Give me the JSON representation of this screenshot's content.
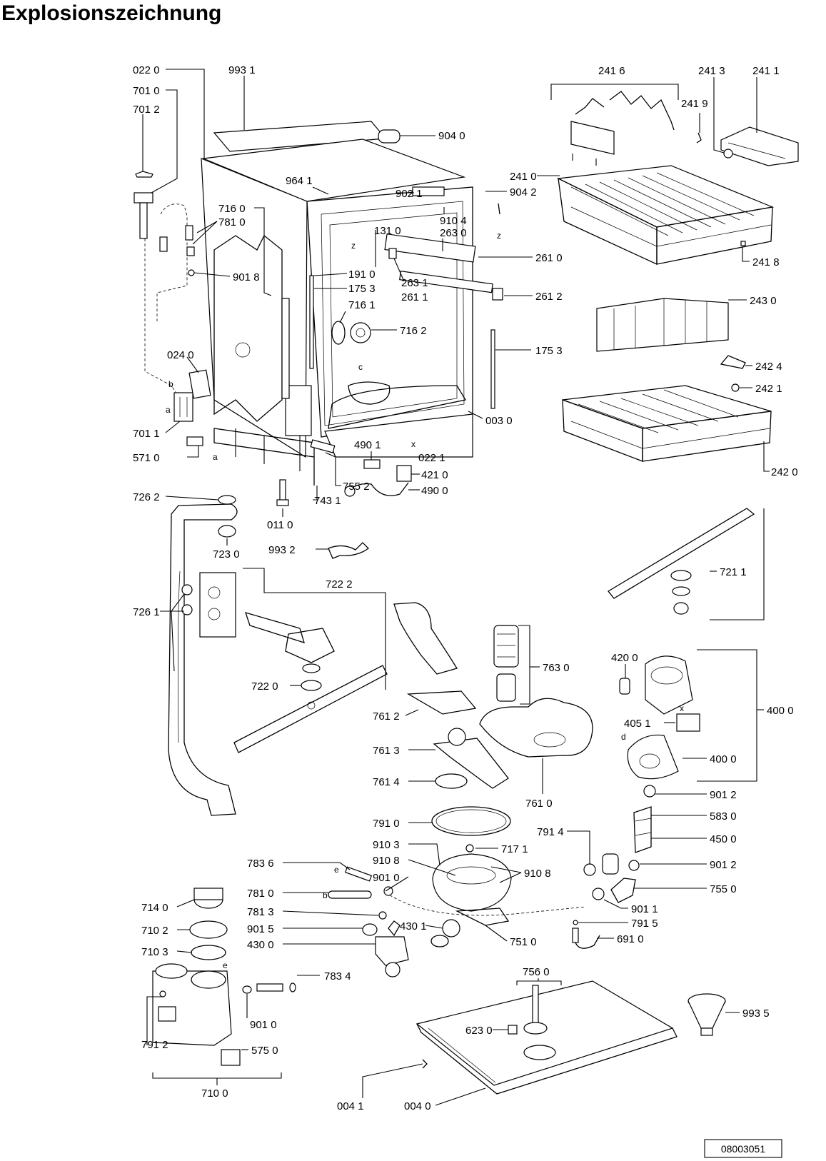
{
  "title": "Explosionszeichnung",
  "document_id": "08003051",
  "parts": {
    "p0220": "022 0",
    "p9931": "993 1",
    "p7010": "701 0",
    "p7012": "701 2",
    "p9040": "904 0",
    "p9641": "964 1",
    "p9021": "902 1",
    "p9042": "904 2",
    "p9104": "910 4",
    "p1310": "131 0",
    "p2630": "263 0",
    "p7160": "716 0",
    "p7810": "781 0",
    "p9018": "901 8",
    "p1910": "191 0",
    "p1753a": "175 3",
    "p2631": "263 1",
    "p2611": "261 1",
    "p2610": "261 0",
    "p2612": "261 2",
    "p7161": "716 1",
    "p7162": "716 2",
    "p1753b": "175 3",
    "p0240": "024 0",
    "p7011": "701 1",
    "p5710": "571 0",
    "p0030": "003 0",
    "p0221": "022 1",
    "p4901": "490 1",
    "p4210": "421 0",
    "p4900": "490 0",
    "p7552": "755 2",
    "p7431": "743 1",
    "p0110": "011 0",
    "p9932": "993 2",
    "p2416": "241 6",
    "p2413": "241 3",
    "p2411": "241 1",
    "p2419": "241 9",
    "p2410": "241 0",
    "p2418": "241 8",
    "p2430": "243 0",
    "p2424": "242 4",
    "p2421": "242 1",
    "p2420": "242 0",
    "p7262": "726 2",
    "p7230": "723 0",
    "p7222": "722 2",
    "p7261": "726 1",
    "p7220": "722 0",
    "p7211": "721 1",
    "p7630": "763 0",
    "p4200": "420 0",
    "p4000a": "400 0",
    "p4051": "405 1",
    "p4000b": "400 0",
    "p7612": "761 2",
    "p7613": "761 3",
    "p7614": "761 4",
    "p7610": "761 0",
    "p7910": "791 0",
    "p9012a": "901 2",
    "p5830": "583 0",
    "p4500": "450 0",
    "p9012b": "901 2",
    "p7914": "791 4",
    "p7171": "717 1",
    "p9103": "910 3",
    "p9108a": "910 8",
    "p9108b": "910 8",
    "p9010a": "901 0",
    "p7836": "783 6",
    "p7550": "755 0",
    "p9011": "901 1",
    "p7915": "791 5",
    "p6910": "691 0",
    "p7510": "751 0",
    "p4301": "430 1",
    "p7810b": "781 0",
    "p7813": "781 3",
    "p9015": "901 5",
    "p4300": "430 0",
    "p7140": "714 0",
    "p7102": "710 2",
    "p7103": "710 3",
    "p7834": "783 4",
    "p9010b": "901 0",
    "p7912": "791 2",
    "p5750": "575 0",
    "p7100": "710 0",
    "p7560": "756 0",
    "p6230": "623 0",
    "p9935": "993 5",
    "p0041": "004 1",
    "p0040": "004 0"
  },
  "markers": {
    "a1": "a",
    "a2": "a",
    "b1": "b",
    "b2": "b",
    "c": "c",
    "d": "d",
    "e1": "e",
    "e2": "e",
    "x1": "x",
    "x2": "x",
    "z1": "z",
    "z2": "z"
  }
}
